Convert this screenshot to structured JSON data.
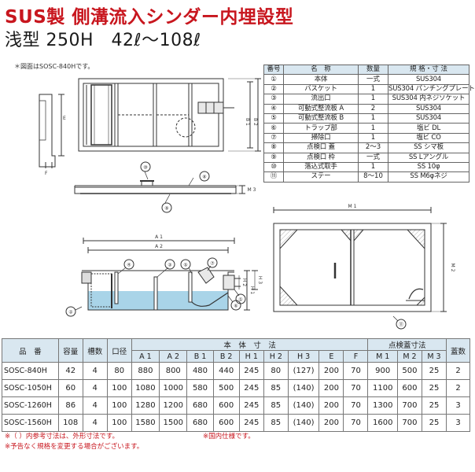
{
  "title": {
    "line1": "SUS製 側溝流入シンダー内埋設型",
    "line2": "浅型 250H　42ℓ～108ℓ"
  },
  "ref_note": "＊図面はSOSC-840Hです。",
  "parts_table": {
    "headers": [
      "番号",
      "名　称",
      "数量",
      "規 格・寸 法"
    ],
    "rows": [
      {
        "no": "①",
        "name": "本体",
        "qty": "一式",
        "spec": "SUS304"
      },
      {
        "no": "②",
        "name": "バスケット",
        "qty": "1",
        "spec": "SUS304 パンチングプレート"
      },
      {
        "no": "③",
        "name": "流出口",
        "qty": "1",
        "spec": "SUS304 内ネジソケット"
      },
      {
        "no": "④",
        "name": "可動式整流板 A",
        "qty": "2",
        "spec": "SUS304"
      },
      {
        "no": "⑤",
        "name": "可動式整流板 B",
        "qty": "1",
        "spec": "SUS304"
      },
      {
        "no": "⑥",
        "name": "トラップ部",
        "qty": "1",
        "spec": "塩ビ DL"
      },
      {
        "no": "⑦",
        "name": "掃除口",
        "qty": "1",
        "spec": "塩ビ CO"
      },
      {
        "no": "⑧",
        "name": "点検口 蓋",
        "qty": "2～3",
        "spec": "SS シマ板"
      },
      {
        "no": "⑨",
        "name": "点検口 枠",
        "qty": "一式",
        "spec": "SS Lアングル"
      },
      {
        "no": "⑩",
        "name": "落込式取手",
        "qty": "1",
        "spec": "SS 10φ"
      },
      {
        "no": "⑪",
        "name": "ステー",
        "qty": "8～10",
        "spec": "SS M6φネジ"
      }
    ]
  },
  "drawing_labels": {
    "b2": "B 2",
    "b1": "B 1",
    "e": "E",
    "f": "F",
    "m3": "M 3",
    "a1": "A 1",
    "a2": "A 2",
    "h1": "H 1",
    "h2": "H 2",
    "h3": "H 3",
    "m1": "M 1",
    "m2": "M 2",
    "c1": "①",
    "c2": "②",
    "c3": "③",
    "c4": "④",
    "c5": "⑤",
    "c6": "⑥",
    "c7": "⑦",
    "c8": "⑧",
    "c9": "⑨",
    "c10": "⑩",
    "c11": "⑪"
  },
  "dims_table": {
    "group_body": "本　体　寸　法",
    "group_lid": "点検蓋寸法",
    "headers": [
      "品　番",
      "容量",
      "槽数",
      "口径",
      "A 1",
      "A 2",
      "B 1",
      "B 2",
      "H 1",
      "H 2",
      "H 3",
      "E",
      "F",
      "M 1",
      "M 2",
      "M 3",
      "蓋数"
    ],
    "rows": [
      [
        "SOSC-840H",
        "42",
        "4",
        "80",
        "880",
        "800",
        "480",
        "440",
        "245",
        "80",
        "(127)",
        "200",
        "70",
        "900",
        "500",
        "25",
        "2"
      ],
      [
        "SOSC-1050H",
        "60",
        "4",
        "100",
        "1080",
        "1000",
        "580",
        "500",
        "245",
        "85",
        "(140)",
        "200",
        "70",
        "1100",
        "600",
        "25",
        "2"
      ],
      [
        "SOSC-1260H",
        "86",
        "4",
        "100",
        "1280",
        "1200",
        "680",
        "600",
        "245",
        "85",
        "(140)",
        "200",
        "70",
        "1300",
        "700",
        "25",
        "3"
      ],
      [
        "SOSC-1560H",
        "108",
        "4",
        "100",
        "1580",
        "1500",
        "680",
        "600",
        "245",
        "85",
        "(140)",
        "200",
        "70",
        "1600",
        "700",
        "25",
        "3"
      ]
    ]
  },
  "footnotes": {
    "note1": "※（ ）内参考寸法は、外形寸法です。",
    "note2": "※国内仕様です。",
    "note3": "※予告なく規格を変更する場合がございます。"
  },
  "colors": {
    "title_red": "#c8161e",
    "header_blue": "#d9e7f0",
    "water_blue": "#a9d4e8",
    "line": "#333333"
  }
}
